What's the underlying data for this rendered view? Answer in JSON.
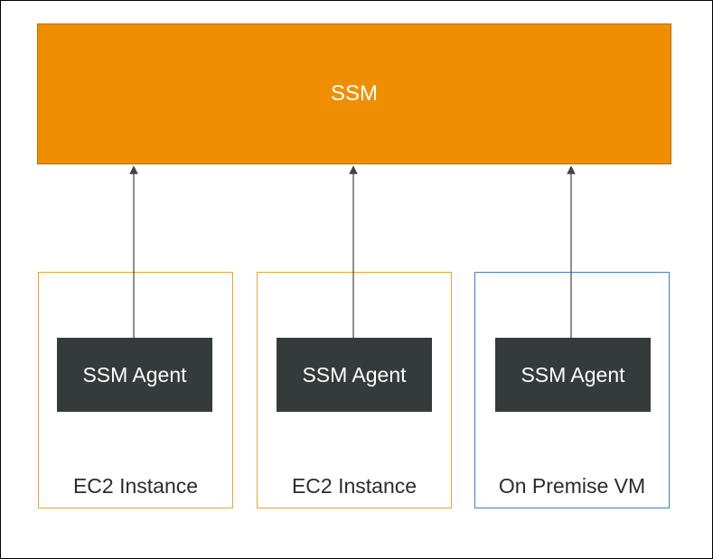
{
  "colors": {
    "ssm_fill": "#ef8f00",
    "agent_fill": "#353b3a",
    "ec2_border": "#e6a536",
    "vm_border": "#3f7fbf",
    "arrow": "#444444"
  },
  "ssm": {
    "label": "SSM"
  },
  "hosts": [
    {
      "label": "EC2 Instance",
      "agent_label": "SSM Agent",
      "type": "ec2"
    },
    {
      "label": "EC2 Instance",
      "agent_label": "SSM Agent",
      "type": "ec2"
    },
    {
      "label": "On Premise VM",
      "agent_label": "SSM Agent",
      "type": "vm"
    }
  ]
}
